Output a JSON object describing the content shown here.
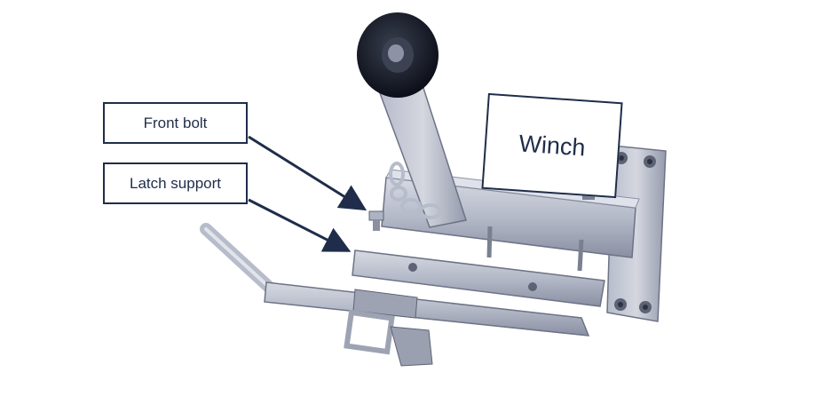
{
  "labels": {
    "front_bolt": "Front bolt",
    "latch_support": "Latch support",
    "winch": "Winch"
  },
  "colors": {
    "label_border": "#1f2d4a",
    "arrow": "#1f2d4a",
    "steel_light": "#c9ccd6",
    "steel_mid": "#a3a8b8",
    "steel_dark": "#6d7386",
    "roller": "#121624"
  }
}
